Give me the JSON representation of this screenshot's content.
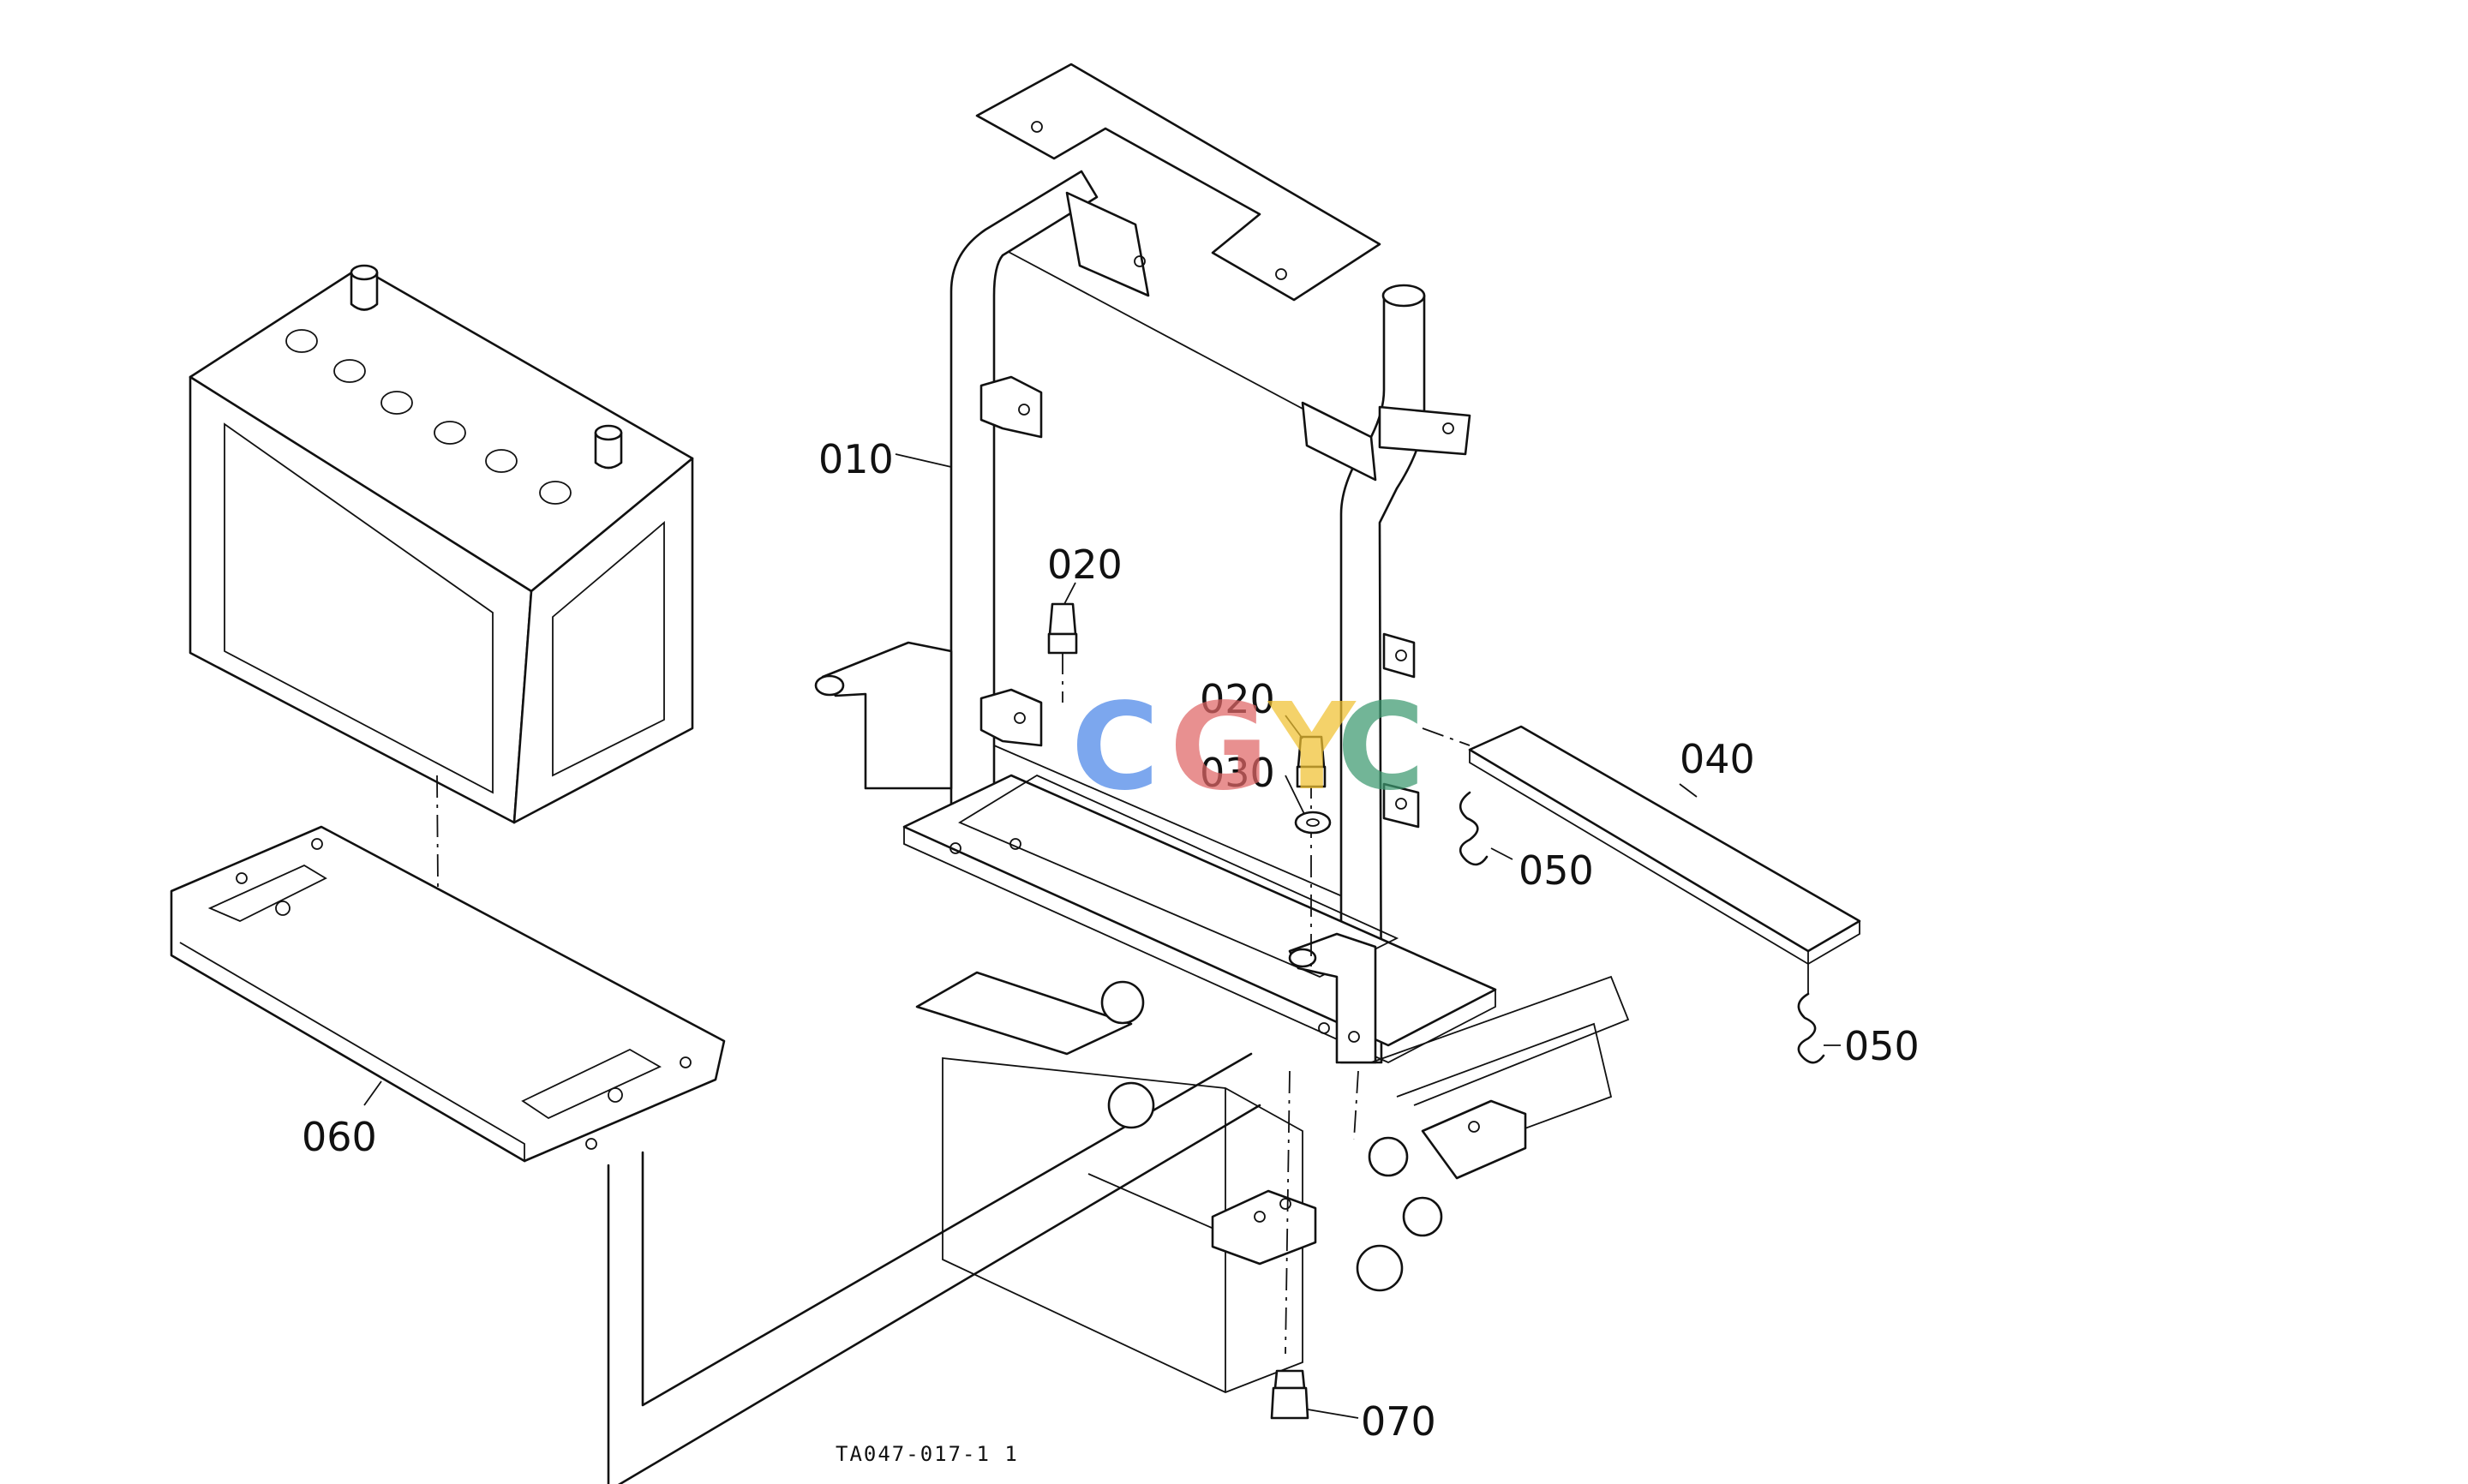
{
  "parts": [
    {
      "id": "010",
      "label": "010"
    },
    {
      "id": "020a",
      "label": "020"
    },
    {
      "id": "020b",
      "label": "020"
    },
    {
      "id": "030",
      "label": "030"
    },
    {
      "id": "040",
      "label": "040"
    },
    {
      "id": "050a",
      "label": "050"
    },
    {
      "id": "050b",
      "label": "050"
    },
    {
      "id": "060",
      "label": "060"
    },
    {
      "id": "070",
      "label": "070"
    }
  ],
  "drawing_code": "TA047-017-1 1",
  "watermark": {
    "letters": [
      "C",
      "G",
      "Y",
      "C"
    ],
    "colors": [
      "#4a86e8",
      "#e06666",
      "#f1c232",
      "#3d9970"
    ]
  }
}
